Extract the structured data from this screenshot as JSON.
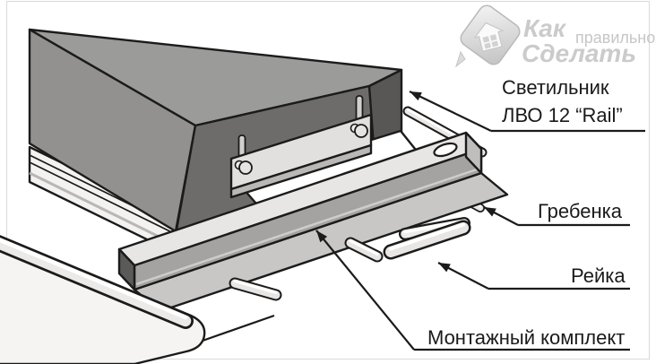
{
  "watermark": {
    "word1": "Как",
    "word2": "правильно",
    "word3": "Сделать"
  },
  "labels": {
    "luminaire_line1": "Светильник",
    "luminaire_line2": "ЛВО 12 “Rail”",
    "comb": "Гребенка",
    "rail": "Рейка",
    "mounting_kit": "Монтажный комплект"
  },
  "colors": {
    "outline": "#1b1b1b",
    "box_top": "#9b9b99",
    "box_side": "#93918f",
    "box_front": "#6e6c6a",
    "box_end": "#595755",
    "bracket": "#e2e0de",
    "bracket_fold": "#bab8b6",
    "plate": "#ffffff",
    "comb_top": "#e8e6e4",
    "comb_web": "#a5a3a1",
    "comb_flange": "#c9c7c5",
    "comb_end": "#5a5a58",
    "rail": "#f4f2f0",
    "rail_curl": "#e6e4e2",
    "watermark_text": "#cbcbcb",
    "background": "#ffffff",
    "frame": "#d9d9d9"
  }
}
